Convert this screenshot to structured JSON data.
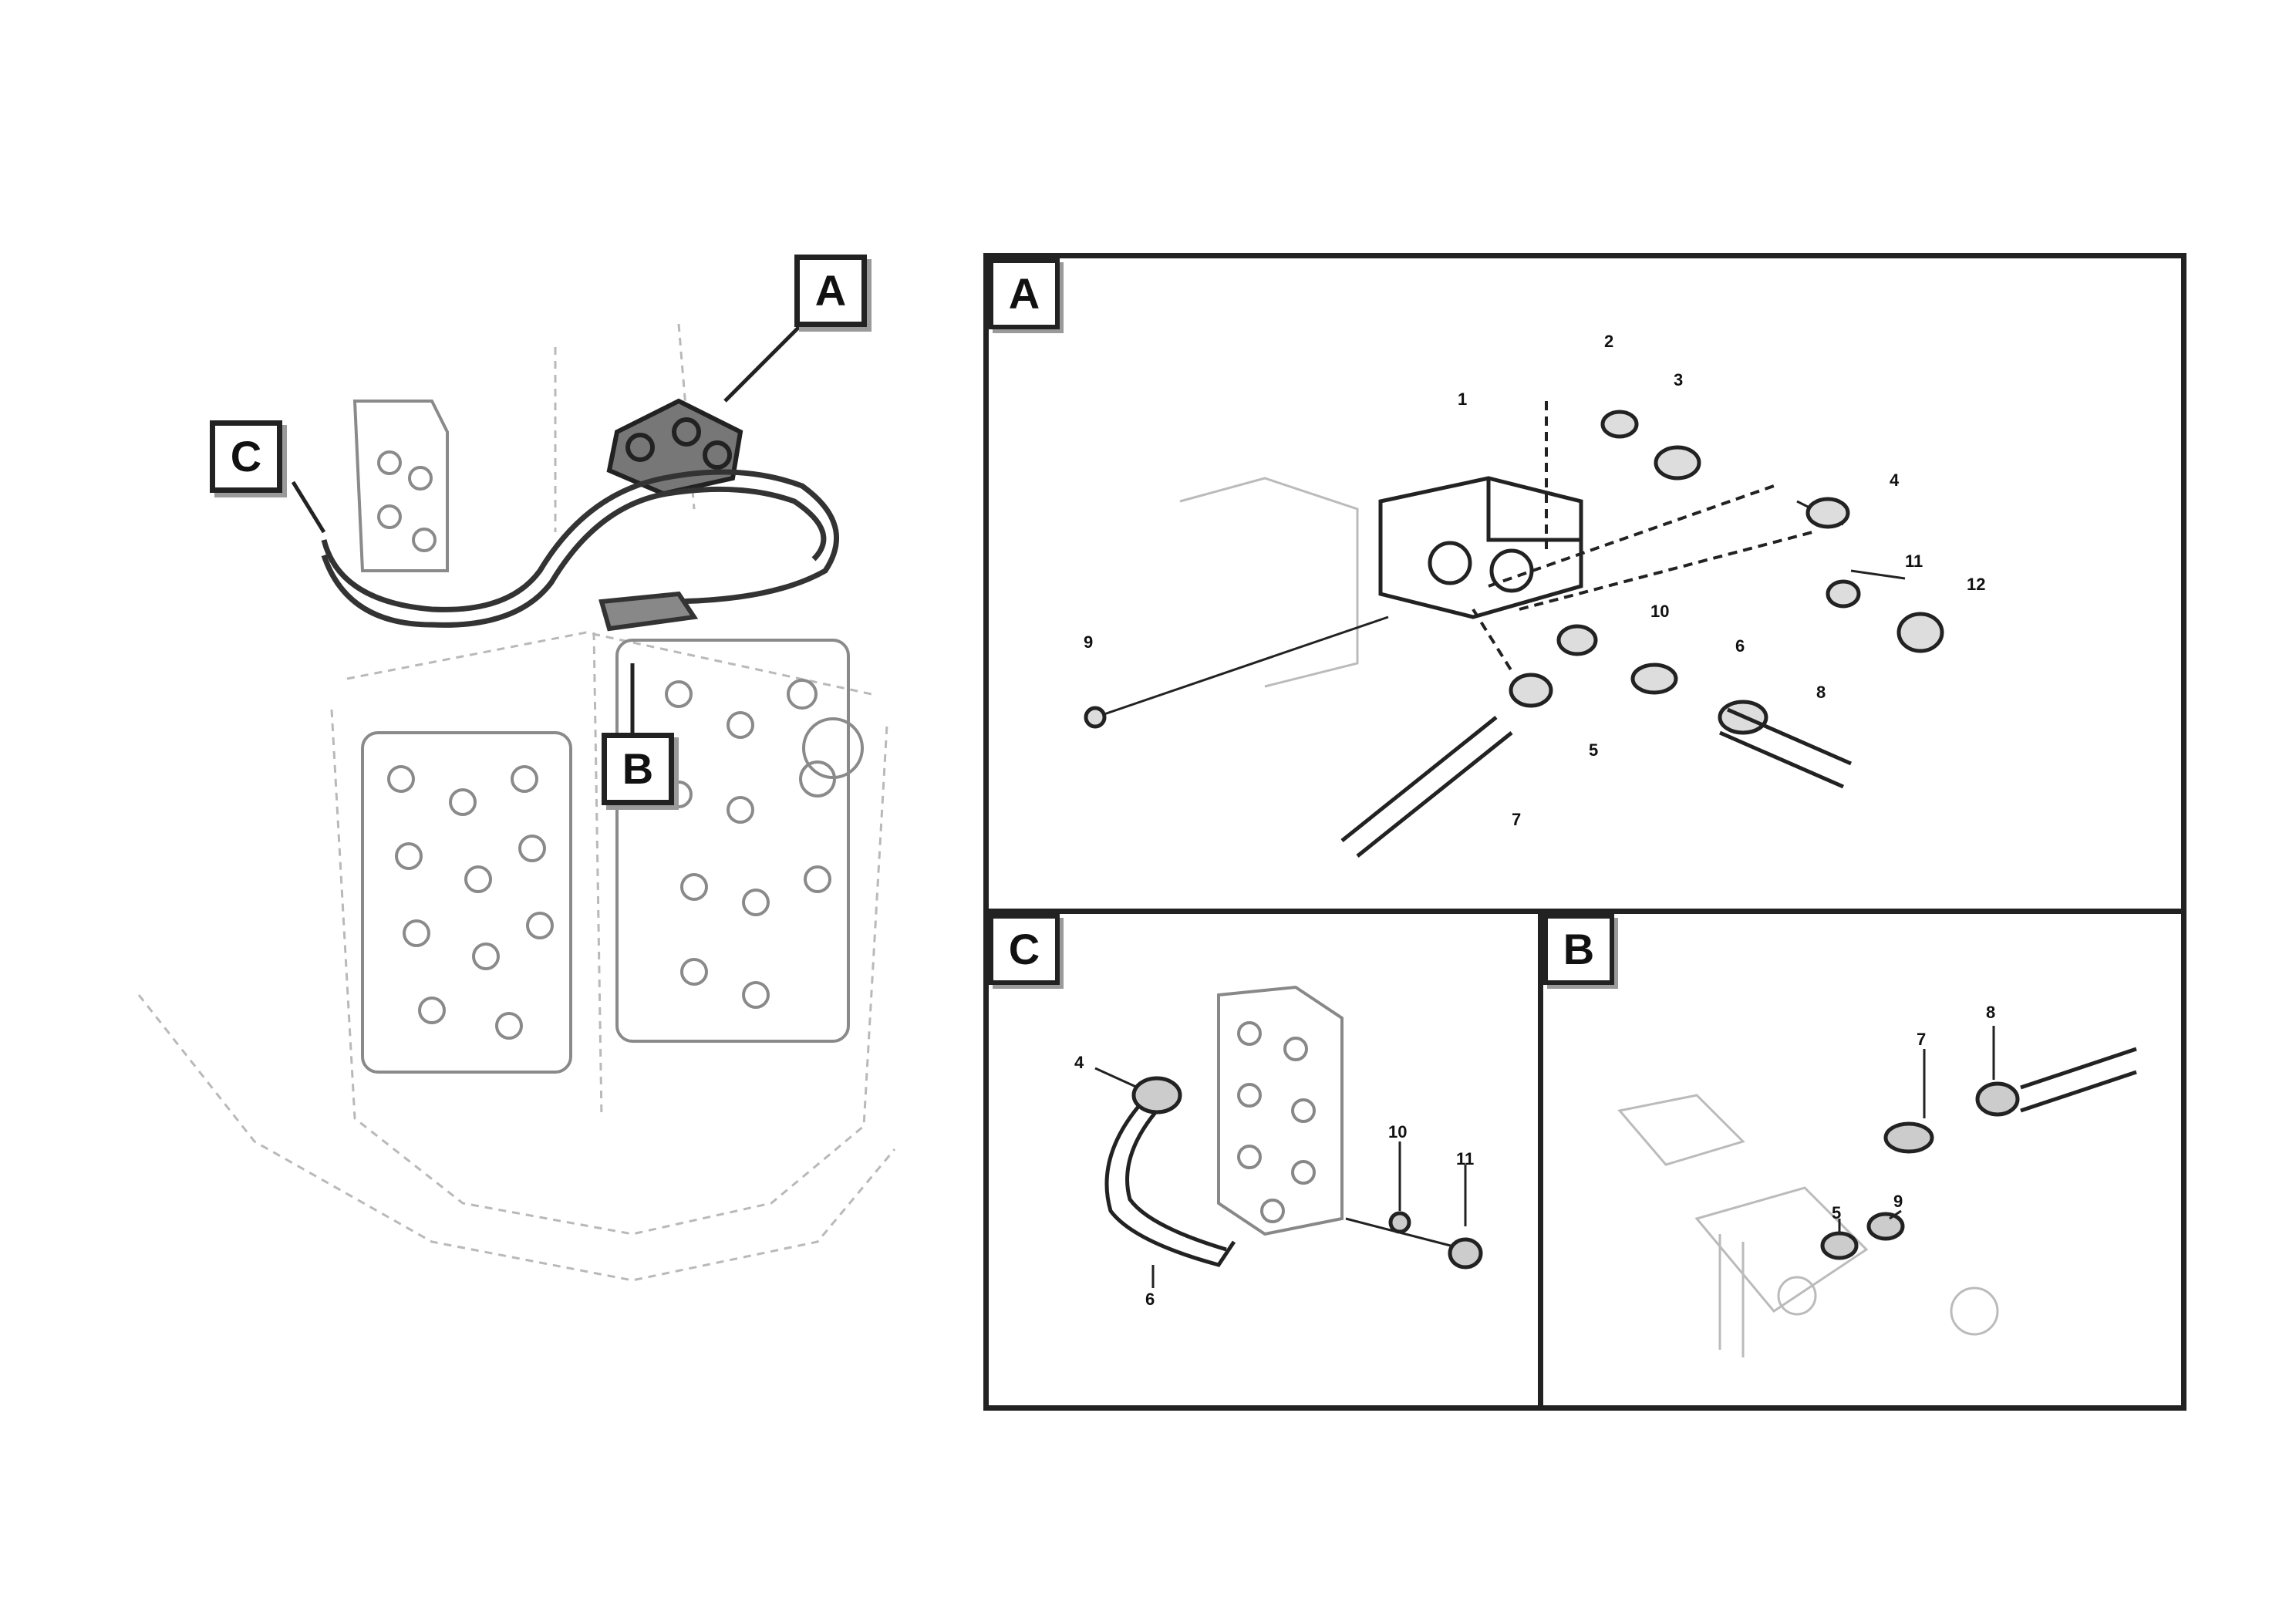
{
  "overview": {
    "callouts": {
      "a": "A",
      "b": "B",
      "c": "C"
    },
    "doc_ref": {
      "line1": "",
      "line2": "",
      "number": ""
    }
  },
  "panel_a": {
    "label": "A",
    "item_numbers": [
      "1",
      "2",
      "3",
      "4",
      "5",
      "6",
      "7",
      "8",
      "9",
      "10",
      "11",
      "12"
    ]
  },
  "panel_c": {
    "label": "C",
    "item_numbers": [
      "4",
      "6",
      "10",
      "11"
    ]
  },
  "panel_b": {
    "label": "B",
    "item_numbers": [
      "7",
      "8",
      "5",
      "9"
    ]
  },
  "colors": {
    "line": "#222222",
    "faint": "#b5b5b5",
    "background": "#ffffff"
  }
}
